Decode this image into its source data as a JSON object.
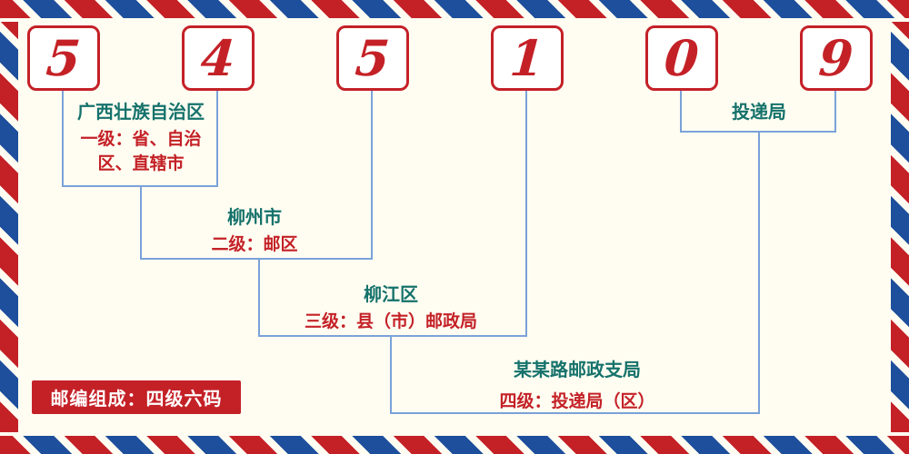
{
  "postal_code": {
    "digits": [
      "5",
      "4",
      "5",
      "1",
      "0",
      "9"
    ]
  },
  "levels": {
    "level1": {
      "name": "广西壮族自治区",
      "desc": "一级：省、自治区、直辖市"
    },
    "level2": {
      "name": "柳州市",
      "desc": "二级：邮区"
    },
    "level3": {
      "name": "柳江区",
      "desc": "三级：县（市）邮政局"
    },
    "level4": {
      "name": "某某路邮政支局",
      "desc": "四级：投递局（区）"
    },
    "delivery_office": {
      "name": "投递局"
    }
  },
  "footer": {
    "composition_note": "邮编组成：四级六码"
  },
  "colors": {
    "digit_red": "#c42127",
    "stripe_red": "#c42127",
    "stripe_blue": "#1e4f9c",
    "name_teal": "#15726b",
    "desc_red": "#c42127",
    "line_blue": "#7aa2d9",
    "note_bg": "#c42127",
    "note_text": "#ffffff",
    "background": "#fffdf2"
  }
}
